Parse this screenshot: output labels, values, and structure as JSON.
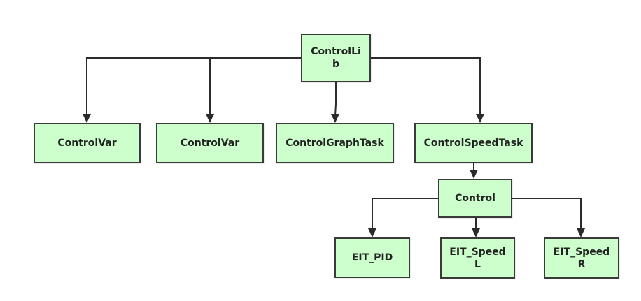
{
  "diagram": {
    "root": {
      "line1": "ControlLi",
      "line2": "b"
    },
    "children": {
      "control_var_1": "ControlVar",
      "control_var_2": "ControlVar",
      "control_graph_task": "ControlGraphTask",
      "control_speed_task": "ControlSpeedTask"
    },
    "control": "Control",
    "leaves": {
      "eit_pid": "EIT_PID",
      "eit_speed_l": {
        "line1": "EIT_Speed",
        "line2": "L"
      },
      "eit_speed_r": {
        "line1": "EIT_Speed",
        "line2": "R"
      }
    },
    "colors": {
      "node_fill": "#ccffcc",
      "node_border": "#3a3a3a",
      "connector": "#2b2b2b",
      "background": "#ffffff"
    }
  }
}
